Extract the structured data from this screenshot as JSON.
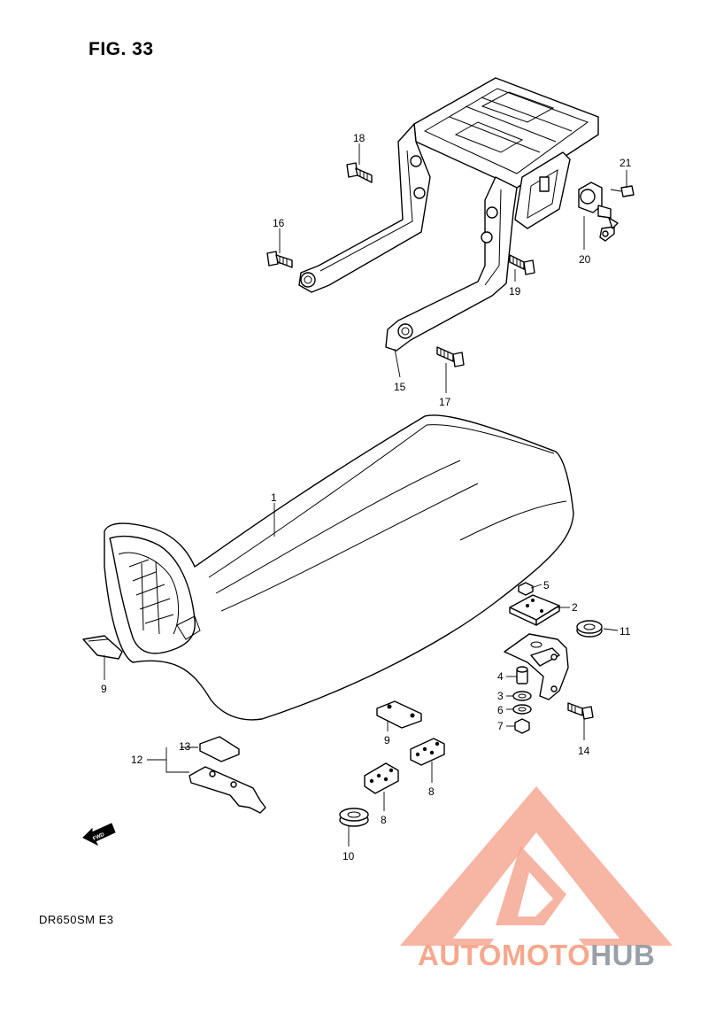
{
  "figure": {
    "title": "FIG. 33"
  },
  "model_code": "DR650SM  E3",
  "callouts": {
    "c1": "1",
    "c2": "2",
    "c3": "3",
    "c4": "4",
    "c5": "5",
    "c6": "6",
    "c7": "7",
    "c8a": "8",
    "c8b": "8",
    "c9a": "9",
    "c9b": "9",
    "c10": "10",
    "c11": "11",
    "c12": "12",
    "c13": "13",
    "c14": "14",
    "c15": "15",
    "c16": "16",
    "c17": "17",
    "c18": "18",
    "c19": "19",
    "c20": "20",
    "c21": "21"
  },
  "fwd_arrow": {
    "label": "FWD",
    "icon": "forward-arrow-icon"
  },
  "watermark": {
    "logo_icon": "automotohub-triangle-logo",
    "text_part1": "AUTOMOTO",
    "text_part2": "HUB",
    "color_part1": "#f6a88e",
    "color_part2": "#9aa0a6"
  }
}
